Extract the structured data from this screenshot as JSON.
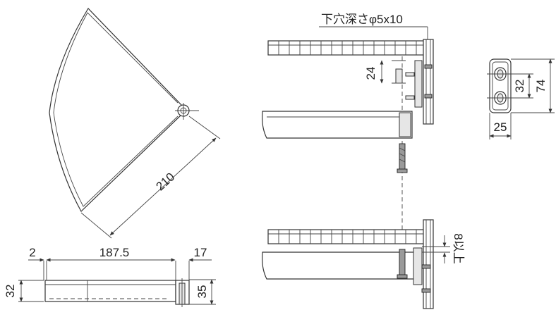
{
  "labels": {
    "dim_radius": "210",
    "dim_gap_left": "2",
    "dim_width_main": "187.5",
    "dim_width_right": "17",
    "dim_height_left": "32",
    "dim_height_right": "35",
    "pilot_hole_note": "下穴深さφ5x10",
    "dim_bracket_offset": "24",
    "dim_hole_pitch": "32",
    "dim_bracket_height": "74",
    "dim_bracket_width": "25",
    "dim_min_gap": "8以上"
  }
}
